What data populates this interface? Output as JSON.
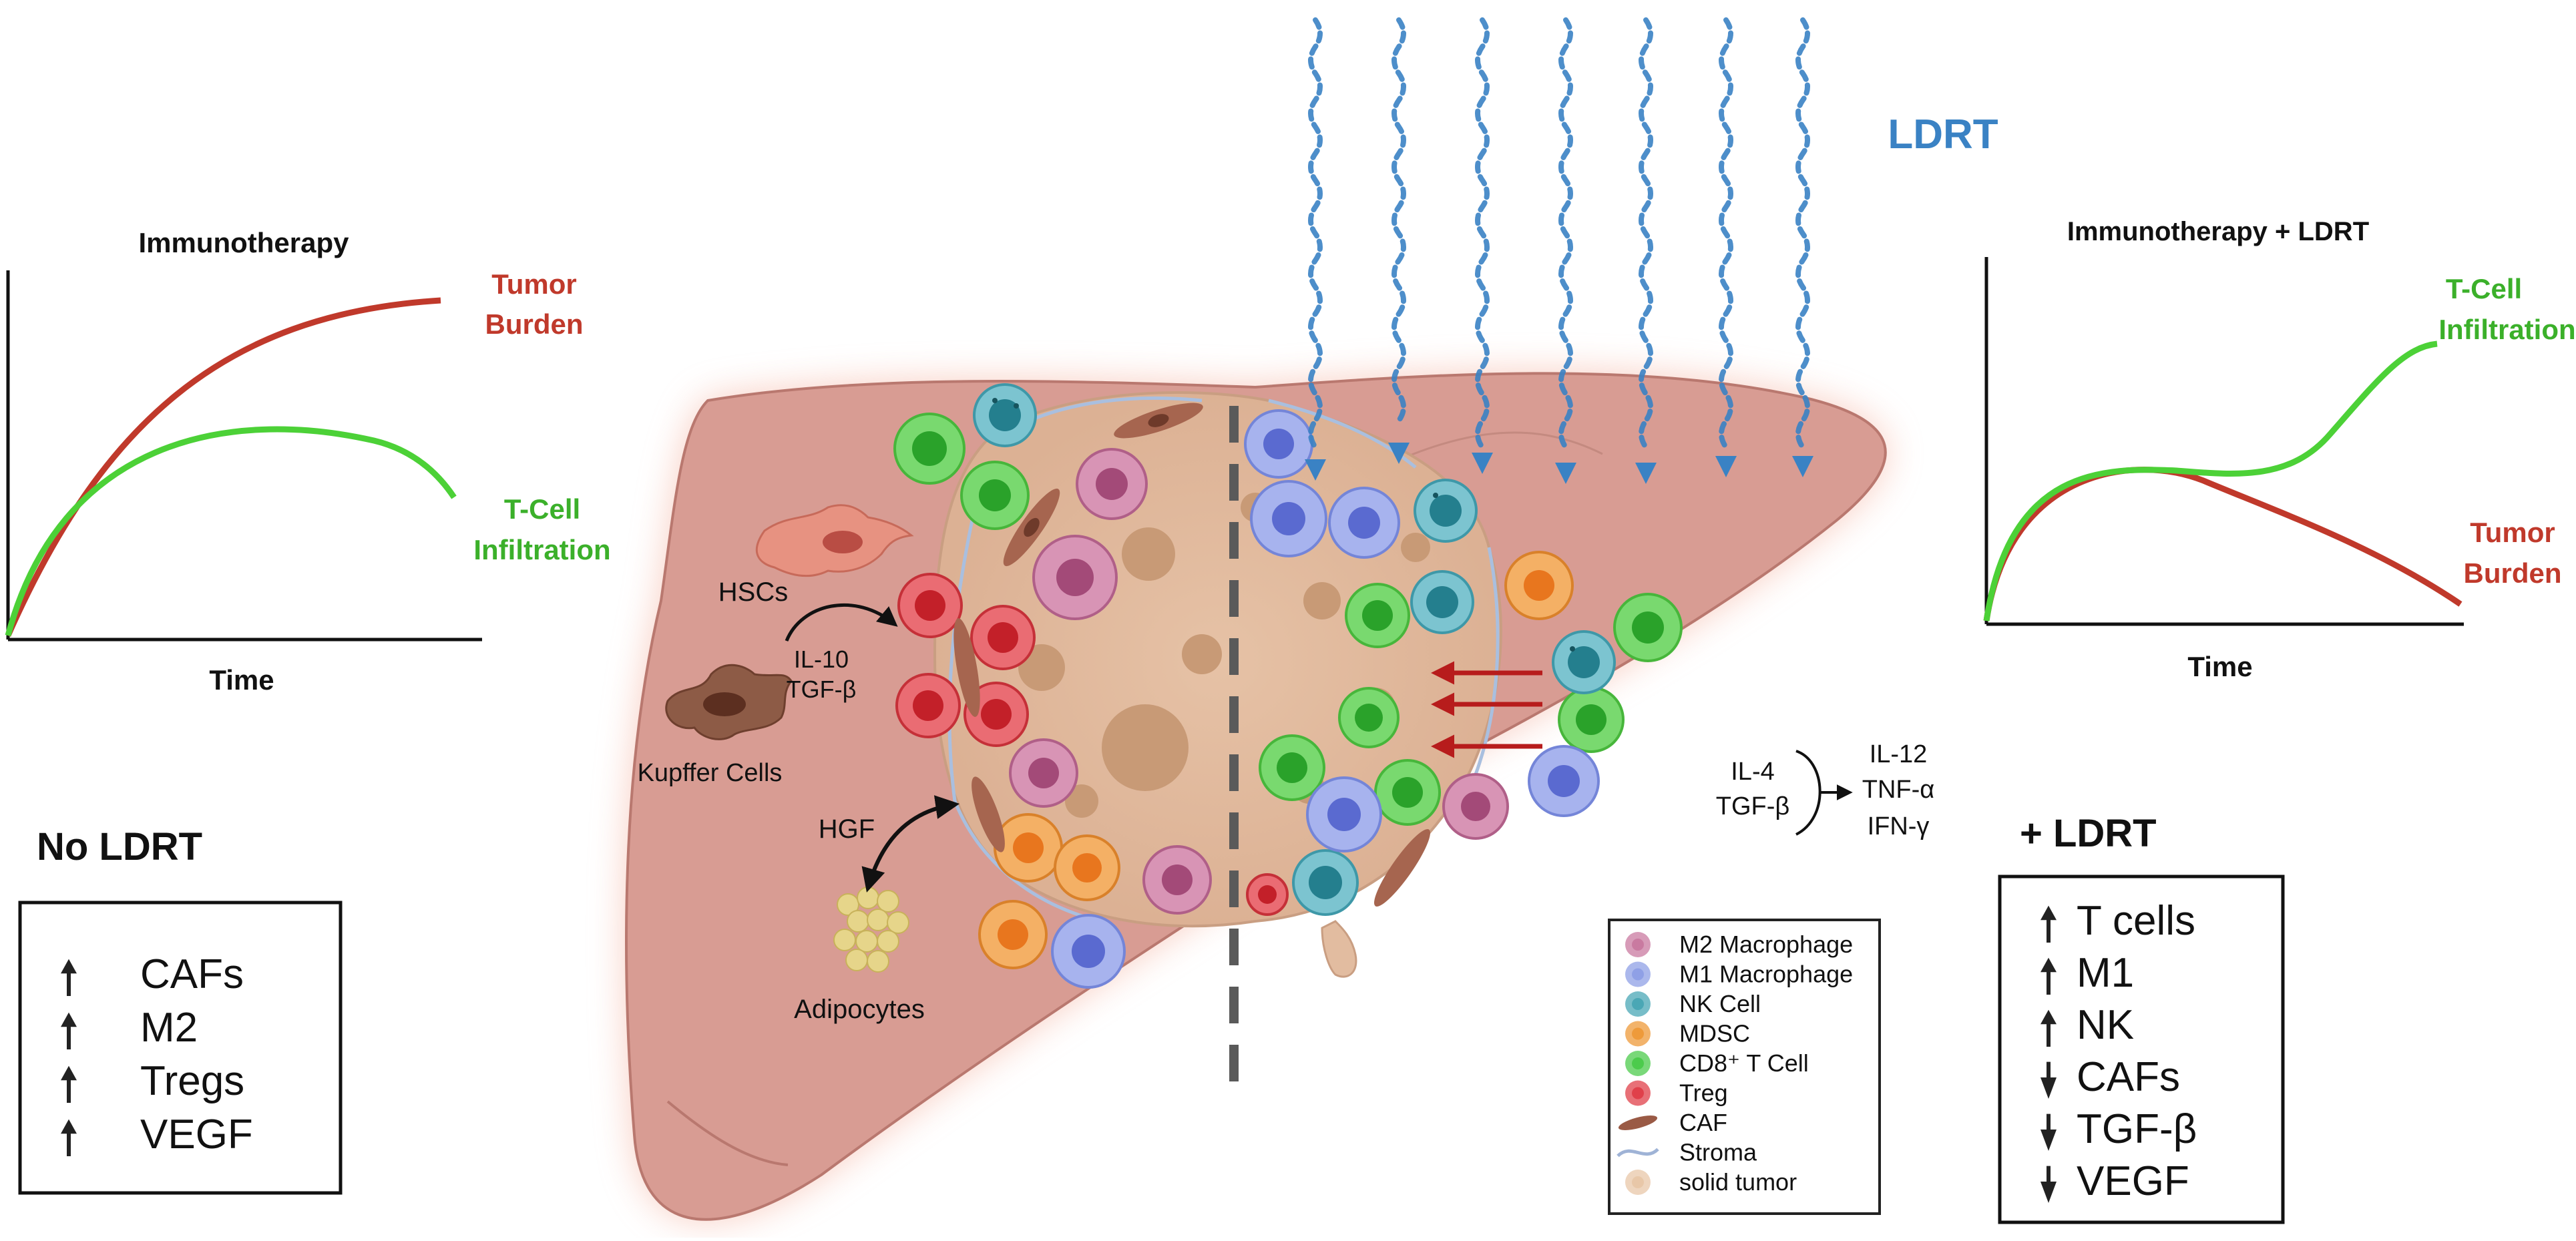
{
  "left_chart": {
    "title": "Immunotherapy",
    "xlabel": "Time",
    "tumor_label": [
      "Tumor",
      "Burden"
    ],
    "tcell_label": [
      "T-Cell",
      "Infiltration"
    ]
  },
  "right_chart": {
    "title": "Immunotherapy + LDRT",
    "xlabel": "Time",
    "tcell_label": [
      "T-Cell",
      "Infiltration"
    ],
    "tumor_label": [
      "Tumor",
      "Burden"
    ]
  },
  "ldrt_label": "LDRT",
  "no_ldrt": {
    "heading": "No LDRT",
    "items": [
      {
        "dir": "up",
        "text": "CAFs"
      },
      {
        "dir": "up",
        "text": "M2"
      },
      {
        "dir": "up",
        "text": "Tregs"
      },
      {
        "dir": "up",
        "text": "VEGF"
      }
    ]
  },
  "plus_ldrt": {
    "heading": "+ LDRT",
    "items": [
      {
        "dir": "up",
        "text": "T cells"
      },
      {
        "dir": "up",
        "text": "M1"
      },
      {
        "dir": "up",
        "text": "NK"
      },
      {
        "dir": "down",
        "text": "CAFs"
      },
      {
        "dir": "down",
        "text": "TGF-β"
      },
      {
        "dir": "down",
        "text": "VEGF"
      }
    ]
  },
  "liver_labels": {
    "hscs": "HSCs",
    "kupffer": "Kupffer Cells",
    "cytokines_in": [
      "IL-10",
      "TGF-β"
    ],
    "hgf": "HGF",
    "adipocytes": "Adipocytes"
  },
  "conversion": {
    "inputs": [
      "IL-4",
      "TGF-β"
    ],
    "outputs": [
      "IL-12",
      "TNF-α",
      "IFN-γ"
    ]
  },
  "legend": [
    {
      "icon": "m2-macrophage-icon",
      "label": "M2 Macrophage",
      "color": "#c97aa0"
    },
    {
      "icon": "m1-macrophage-icon",
      "label": "M1 Macrophage",
      "color": "#8fa0e6"
    },
    {
      "icon": "nk-cell-icon",
      "label": "NK Cell",
      "color": "#4aa7b5"
    },
    {
      "icon": "mdsc-icon",
      "label": "MDSC",
      "color": "#ee9a3a"
    },
    {
      "icon": "cd8-t-cell-icon",
      "label": "CD8⁺ T Cell",
      "color": "#4ccb4c"
    },
    {
      "icon": "treg-icon",
      "label": "Treg",
      "color": "#e0404a"
    },
    {
      "icon": "caf-icon",
      "label": "CAF",
      "color": "#9a5a45"
    },
    {
      "icon": "stroma-icon",
      "label": "Stroma",
      "color": "#9fb3d6"
    },
    {
      "icon": "solid-tumor-icon",
      "label": "solid tumor",
      "color": "#e8c7a8"
    }
  ],
  "colors": {
    "tumor": "#c0392b",
    "tcell": "#4cd137",
    "ldrt": "#3a82c4",
    "liver": "#d79b93",
    "text": "#111111"
  }
}
